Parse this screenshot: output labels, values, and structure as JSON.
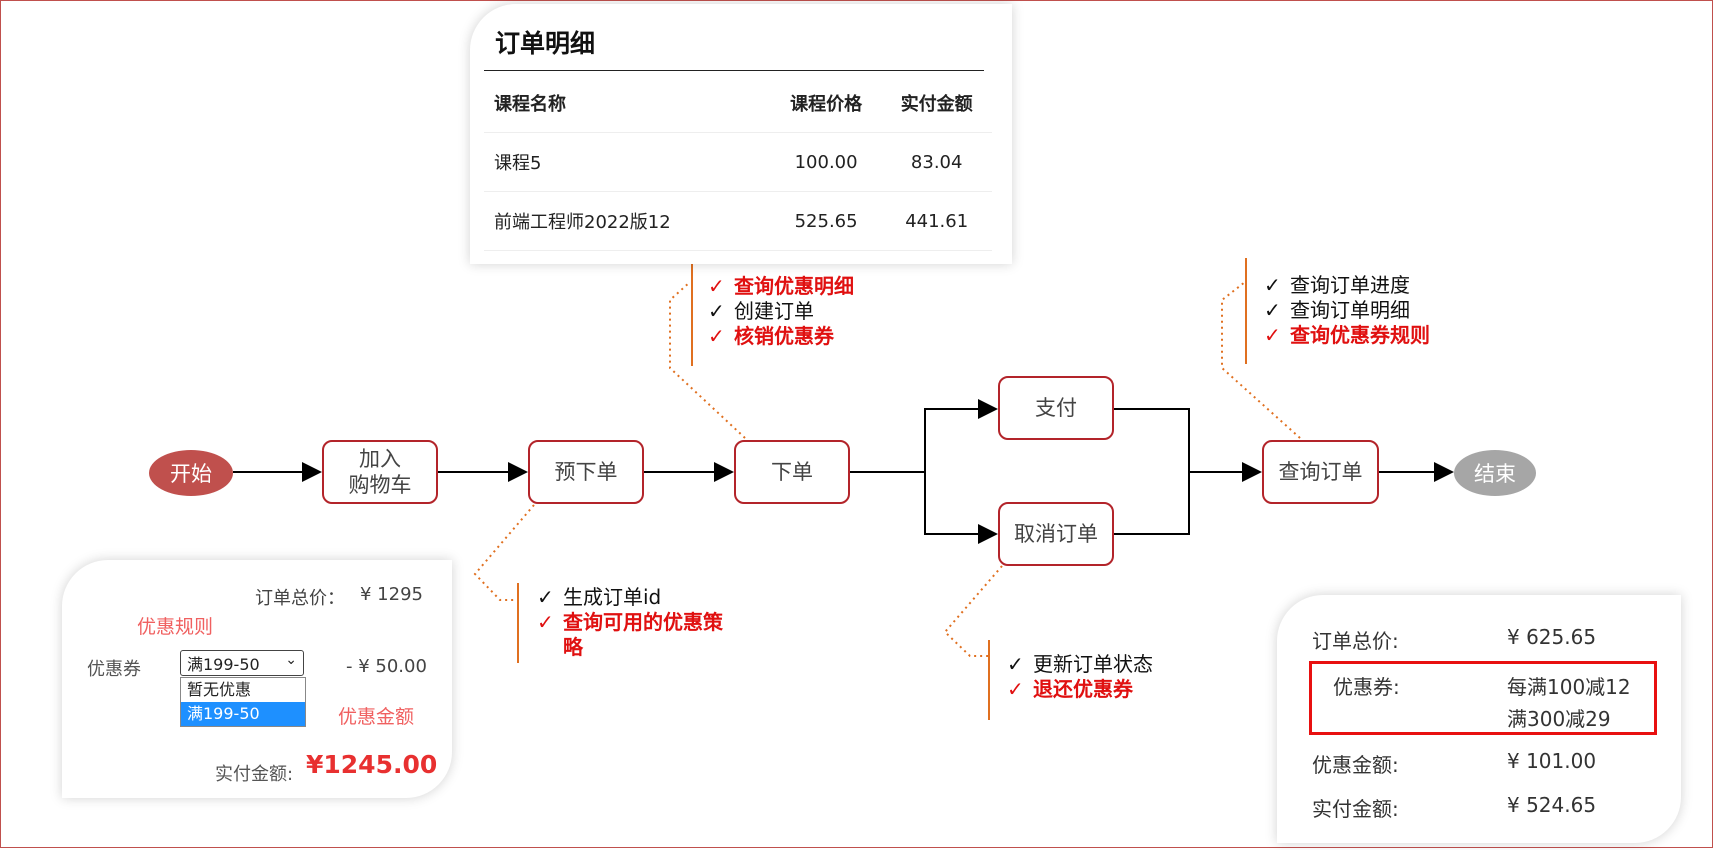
{
  "colors": {
    "node_border": "#b3242a",
    "start_fill": "#c0504d",
    "end_fill": "#a6a6a6",
    "emphasis_red": "#e01010",
    "dotted_orange": "#e07020",
    "annotation_red": "#f06060"
  },
  "flow": {
    "start": "开始",
    "add_to_cart_line1": "加入",
    "add_to_cart_line2": "购物车",
    "pre_order": "预下单",
    "place_order": "下单",
    "pay": "支付",
    "cancel_order": "取消订单",
    "query_order": "查询订单",
    "end": "结束"
  },
  "notes": {
    "place_order": [
      {
        "mark": "✓",
        "text": "查询优惠明细",
        "emphasis": true
      },
      {
        "mark": "✓",
        "text": "创建订单",
        "emphasis": false
      },
      {
        "mark": "✓",
        "text": "核销优惠券",
        "emphasis": true
      }
    ],
    "query_order": [
      {
        "mark": "✓",
        "text": "查询订单进度",
        "emphasis": false
      },
      {
        "mark": "✓",
        "text": "查询订单明细",
        "emphasis": false
      },
      {
        "mark": "✓",
        "text": "查询优惠券规则",
        "emphasis": true
      }
    ],
    "pre_order": [
      {
        "mark": "✓",
        "text": "生成订单id",
        "emphasis": false
      },
      {
        "mark": "✓",
        "text": "查询可用的优惠策",
        "emphasis": true
      },
      {
        "mark": "",
        "text": "略",
        "emphasis": true
      }
    ],
    "cancel_order": [
      {
        "mark": "✓",
        "text": "更新订单状态",
        "emphasis": false
      },
      {
        "mark": "✓",
        "text": "退还优惠券",
        "emphasis": true
      }
    ]
  },
  "order_detail": {
    "title": "订单明细",
    "headers": [
      "课程名称",
      "课程价格",
      "实付金额"
    ],
    "rows": [
      [
        "课程5",
        "100.00",
        "83.04"
      ],
      [
        "前端工程师2022版12",
        "525.65",
        "441.61"
      ]
    ]
  },
  "coupon_panel": {
    "total_label": "订单总价：",
    "total_value": "¥ 1295",
    "rule_annotation": "优惠规则",
    "coupon_label": "优惠券",
    "selected": "满199-50",
    "options": [
      "暂无优惠",
      "满199-50"
    ],
    "discount_value": "- ¥ 50.00",
    "discount_annotation": "优惠金额",
    "paid_label": "实付金额:",
    "paid_value": "¥1245.00"
  },
  "summary_panel": {
    "total_label": "订单总价:",
    "total_value": "¥ 625.65",
    "coupon_label": "优惠券:",
    "coupon_line1": "每满100减12",
    "coupon_line2": "满300减29",
    "discount_label": "优惠金额:",
    "discount_value": "¥ 101.00",
    "paid_label": "实付金额:",
    "paid_value": "¥ 524.65"
  }
}
